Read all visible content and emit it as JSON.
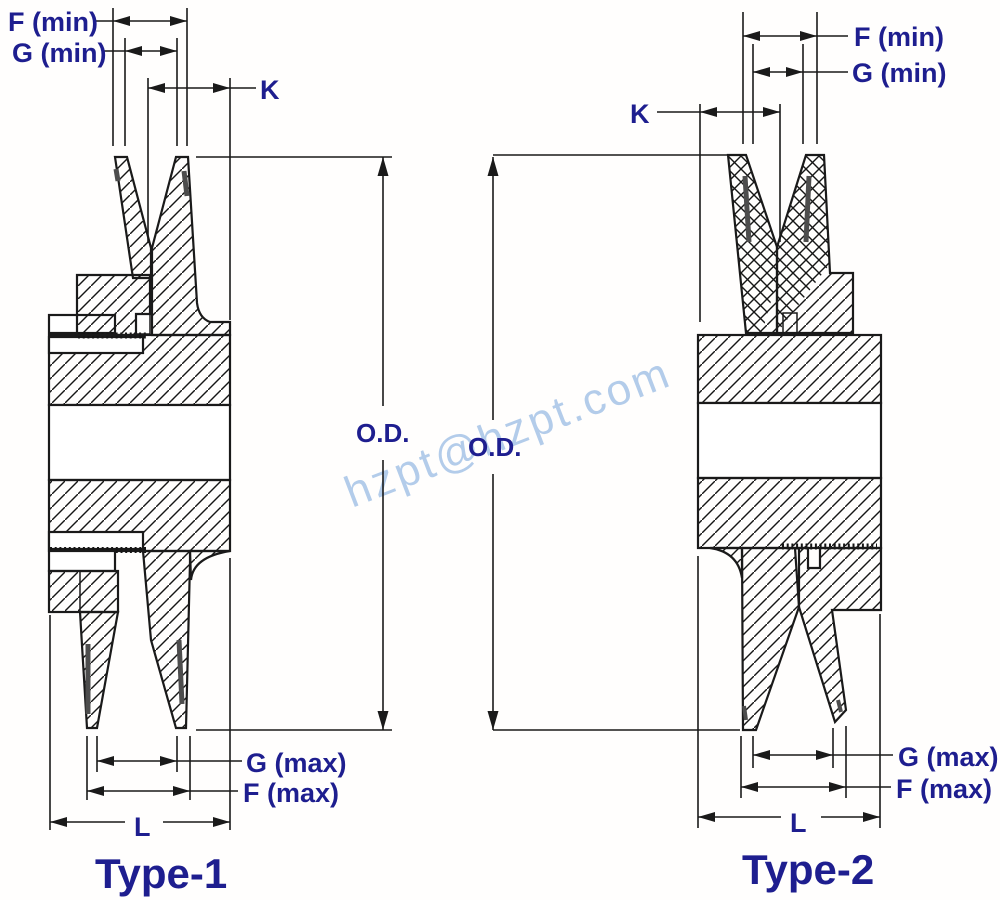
{
  "diagram": {
    "watermark": "hzpt@hzpt.com",
    "colors": {
      "label": "#1e1e8f",
      "line": "#1a1a1a",
      "dark_fill": "#4d4d4d",
      "watermark": "#abc7e8"
    },
    "type1": {
      "title": "Type-1",
      "f_min": "F (min)",
      "g_min": "G (min)",
      "k": "K",
      "od": "O.D.",
      "g_max": "G (max)",
      "f_max": "F (max)",
      "l": "L"
    },
    "type2": {
      "title": "Type-2",
      "f_min": "F (min)",
      "g_min": "G (min)",
      "k": "K",
      "od": "O.D.",
      "g_max": "G (max)",
      "f_max": "F (max)",
      "l": "L"
    }
  }
}
